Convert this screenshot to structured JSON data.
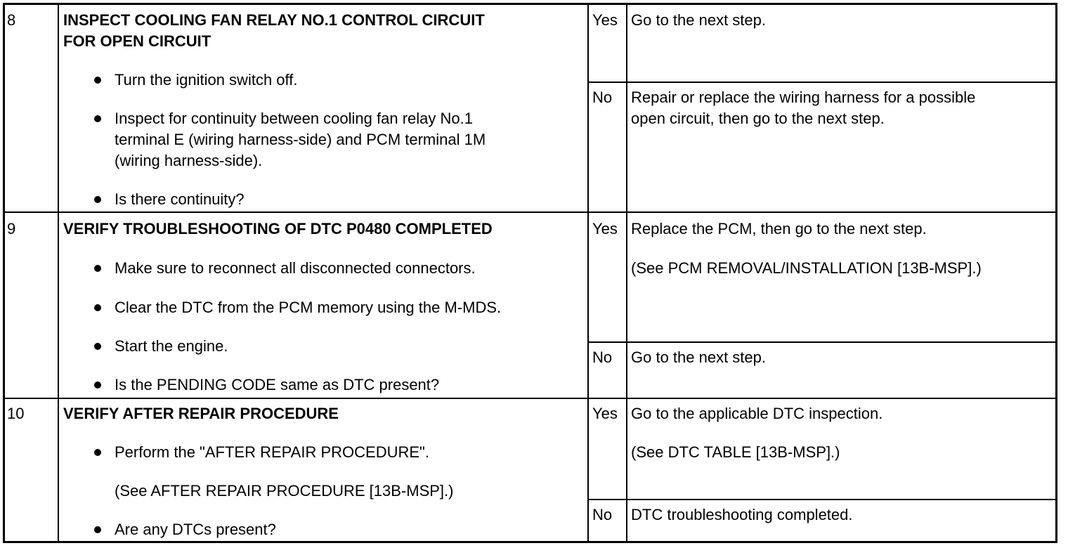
{
  "rows": [
    {
      "step": "8",
      "title": [
        "INSPECT COOLING FAN RELAY NO.1 CONTROL CIRCUIT",
        "FOR OPEN CIRCUIT"
      ],
      "items": [
        {
          "lines": [
            "Turn the ignition switch off."
          ]
        },
        {
          "lines": [
            "Inspect for continuity between cooling fan relay No.1",
            "terminal E (wiring harness-side) and PCM terminal 1M",
            "(wiring harness-side)."
          ]
        },
        {
          "lines": [
            "Is there continuity?"
          ]
        }
      ],
      "yes": {
        "label": "Yes",
        "lines": [
          "Go to the next step."
        ]
      },
      "no": {
        "label": "No",
        "lines": [
          "Repair or replace the wiring harness for a possible",
          "open circuit, then go to the next step."
        ]
      }
    },
    {
      "step": "9",
      "title": [
        "VERIFY TROUBLESHOOTING OF DTC P0480 COMPLETED"
      ],
      "items": [
        {
          "lines": [
            "Make sure to reconnect all disconnected connectors."
          ]
        },
        {
          "lines": [
            "Clear the DTC from the PCM memory using the M-MDS."
          ]
        },
        {
          "lines": [
            "Start the engine."
          ]
        },
        {
          "lines": [
            "Is the PENDING CODE same as DTC present?"
          ]
        }
      ],
      "yes": {
        "label": "Yes",
        "lines": [
          "Replace the PCM, then go to the next step.",
          "(See PCM REMOVAL/INSTALLATION [13B-MSP].)"
        ]
      },
      "no": {
        "label": "No",
        "lines": [
          "Go to the next step."
        ]
      }
    },
    {
      "step": "10",
      "title": [
        "VERIFY AFTER REPAIR PROCEDURE"
      ],
      "items": [
        {
          "lines": [
            "Perform the \"AFTER REPAIR PROCEDURE\"."
          ]
        },
        {
          "note": true,
          "lines": [
            "(See AFTER REPAIR PROCEDURE [13B-MSP].)"
          ]
        },
        {
          "lines": [
            "Are any DTCs present?"
          ]
        }
      ],
      "yes": {
        "label": "Yes",
        "lines": [
          "Go to the applicable DTC inspection.",
          "(See DTC TABLE [13B-MSP].)"
        ]
      },
      "no": {
        "label": "No",
        "lines": [
          "DTC troubleshooting completed."
        ]
      }
    }
  ]
}
